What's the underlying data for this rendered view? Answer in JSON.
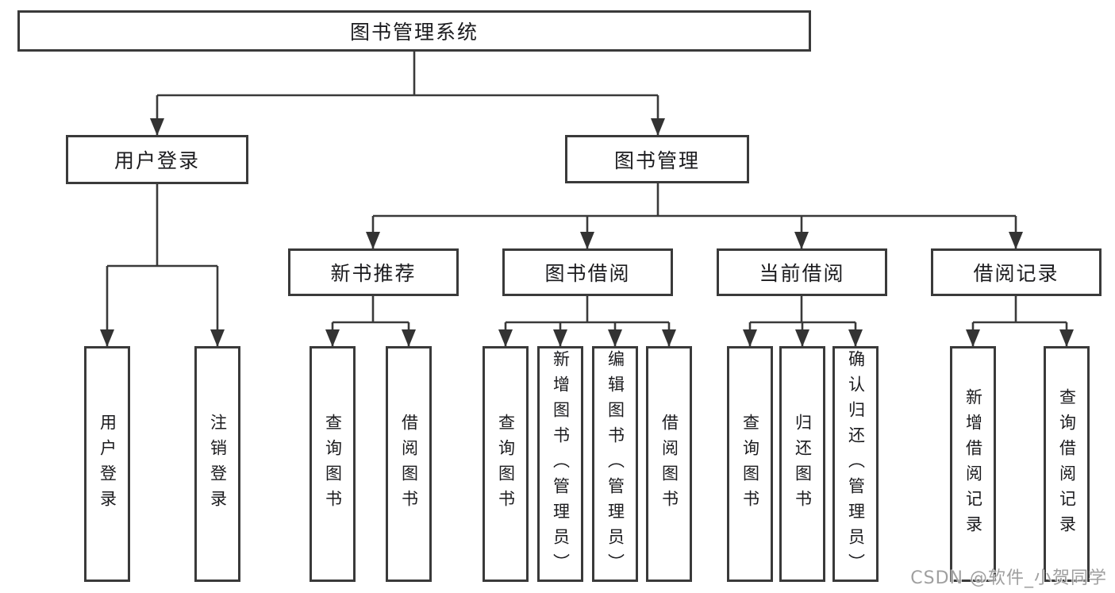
{
  "colors": {
    "line": "#3a3a3a",
    "box_border": "#3a3a3a",
    "box_background": "#ffffff",
    "text": "#1b1b1e",
    "watermark": "#8a8a8a"
  },
  "diagram": {
    "type": "tree",
    "root": {
      "label": "图书管理系统"
    },
    "branches": [
      {
        "label": "用户登录",
        "children": [
          {
            "label": "用户登录"
          },
          {
            "label": "注销登录"
          }
        ]
      },
      {
        "label": "图书管理",
        "children": [
          {
            "label": "新书推荐",
            "children": [
              {
                "label": "查询图书"
              },
              {
                "label": "借阅图书"
              }
            ]
          },
          {
            "label": "图书借阅",
            "children": [
              {
                "label": "查询图书"
              },
              {
                "label": "新增图书（管理员）"
              },
              {
                "label": "编辑图书（管理员）"
              },
              {
                "label": "借阅图书"
              }
            ]
          },
          {
            "label": "当前借阅",
            "children": [
              {
                "label": "查询图书"
              },
              {
                "label": "归还图书"
              },
              {
                "label": "确认归还（管理员）"
              }
            ]
          },
          {
            "label": "借阅记录",
            "children": [
              {
                "label": "新增借阅记录"
              },
              {
                "label": "查询借阅记录"
              }
            ]
          }
        ]
      }
    ]
  },
  "watermark": {
    "text": "CSDN @软件_小贺同学"
  }
}
